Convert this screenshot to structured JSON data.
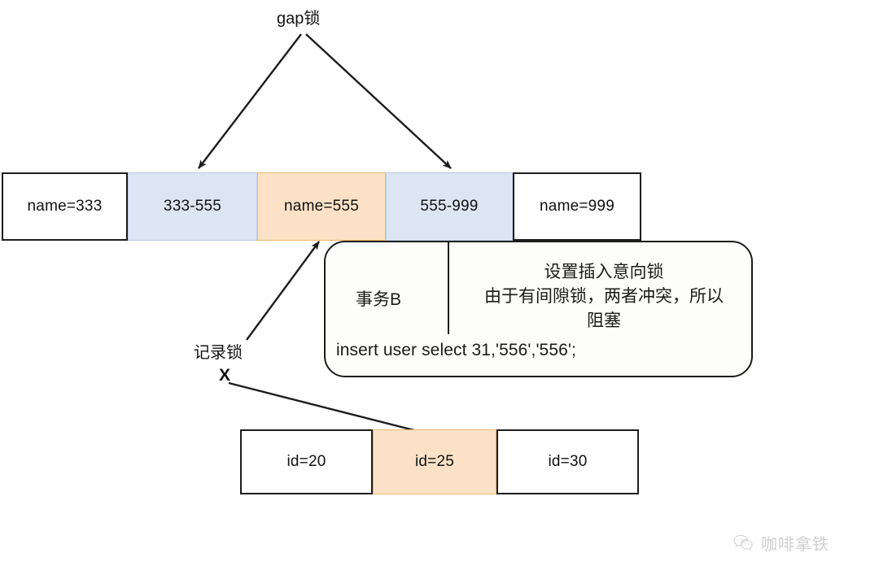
{
  "diagram": {
    "top_label": "gap锁",
    "record_lock_label": "记录锁",
    "x_marker": "X",
    "index_row": [
      {
        "text": "name=333",
        "kind": "record"
      },
      {
        "text": "333-555",
        "kind": "gap"
      },
      {
        "text": "name=555",
        "kind": "locked-record"
      },
      {
        "text": "555-999",
        "kind": "gap"
      },
      {
        "text": "name=999",
        "kind": "record"
      }
    ],
    "id_row": [
      {
        "text": "id=20",
        "kind": "record"
      },
      {
        "text": "id=25",
        "kind": "locked-record"
      },
      {
        "text": "id=30",
        "kind": "record"
      }
    ],
    "callout": {
      "transaction": "事务B",
      "note_line1": "设置插入意向锁",
      "note_line2": "由于有间隙锁，两者冲突，所以",
      "note_line3": "阻塞",
      "sql": "insert user select 31,'556','556';"
    }
  },
  "watermark": {
    "text": "咖啡拿铁",
    "icon": "wechat-icon"
  },
  "colors": {
    "gap_fill": "#dce6f2",
    "locked_fill": "#fbe2c6",
    "locked_border": "#e8b96d",
    "record_border": "#1d1d1d",
    "stroke": "#1d1d1d",
    "background": "#ffffff"
  }
}
